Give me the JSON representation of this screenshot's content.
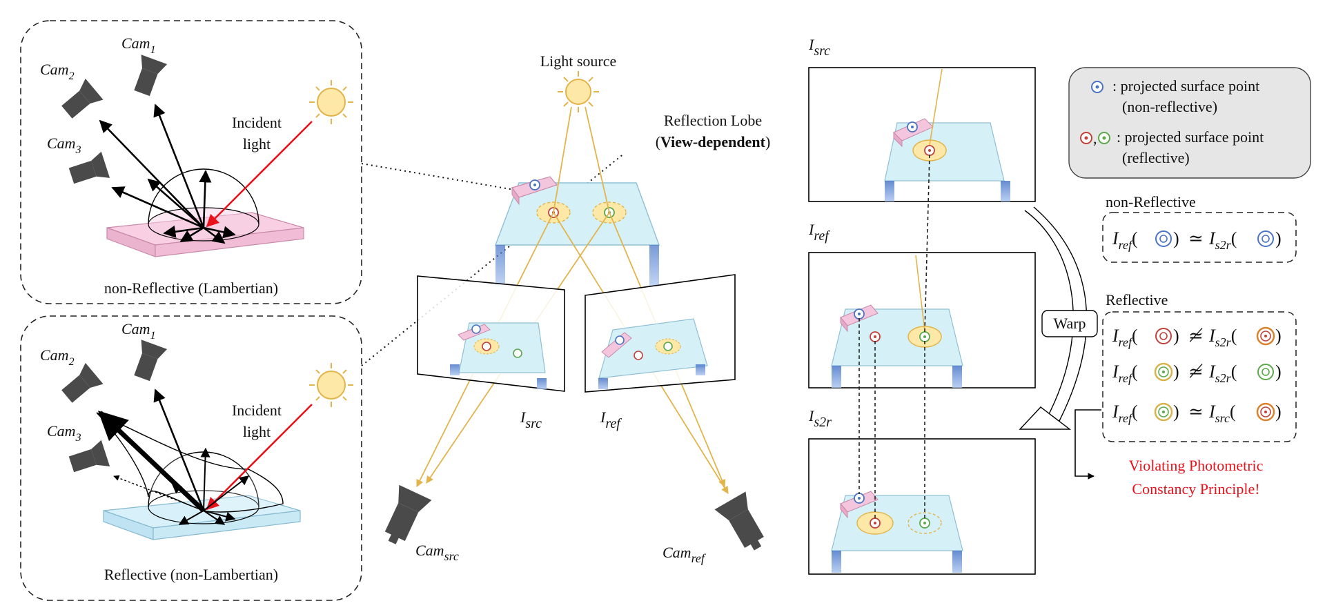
{
  "left_panels": {
    "top": {
      "cam1": "Cam",
      "cam1_sub": "1",
      "cam2": "Cam",
      "cam2_sub": "2",
      "cam3": "Cam",
      "cam3_sub": "3",
      "incident_line1": "Incident",
      "incident_line2": "light",
      "caption": "non-Reflective (Lambertian)"
    },
    "bottom": {
      "cam1": "Cam",
      "cam1_sub": "1",
      "cam2": "Cam",
      "cam2_sub": "2",
      "cam3": "Cam",
      "cam3_sub": "3",
      "incident_line1": "Incident",
      "incident_line2": "light",
      "caption": "Reflective (non-Lambertian)"
    }
  },
  "center": {
    "light_source": "Light source",
    "lobe_line1": "Reflection Lobe",
    "lobe_open": "(",
    "lobe_bold": "View-dependent",
    "lobe_close": ")",
    "img_src": "I",
    "img_src_sub": "src",
    "img_ref": "I",
    "img_ref_sub": "ref",
    "cam_src": "Cam",
    "cam_src_sub": "src",
    "cam_ref": "Cam",
    "cam_ref_sub": "ref"
  },
  "right": {
    "i_src": "I",
    "i_src_sub": "src",
    "i_ref": "I",
    "i_ref_sub": "ref",
    "i_s2r": "I",
    "i_s2r_sub": "s2r",
    "warp": "Warp"
  },
  "legend": {
    "line1": ": projected surface point",
    "line2": "(non-reflective)",
    "comma": ",",
    "line3": ": projected surface point",
    "line4": "(reflective)"
  },
  "equations": {
    "nonref_title": "non-Reflective",
    "ref_title": "Reflective",
    "I": "I",
    "sub_ref": "ref",
    "sub_s2r": "s2r",
    "sub_src": "src",
    "approx": "≃",
    "not_approx": "≄",
    "open": "(",
    "close": ")"
  },
  "violation": {
    "line1": "Violating Photometric",
    "line2": "Constancy Principle!"
  },
  "colors": {
    "blue_point": "#4a73c6",
    "red_point": "#c0403a",
    "green_point": "#5aa84a",
    "orange_ring": "#d9822b",
    "light_ray": "#e2b44a",
    "table_top": "#d6f0f8",
    "box_pink": "#f4c6dd",
    "violation_text": "#e8121b"
  }
}
